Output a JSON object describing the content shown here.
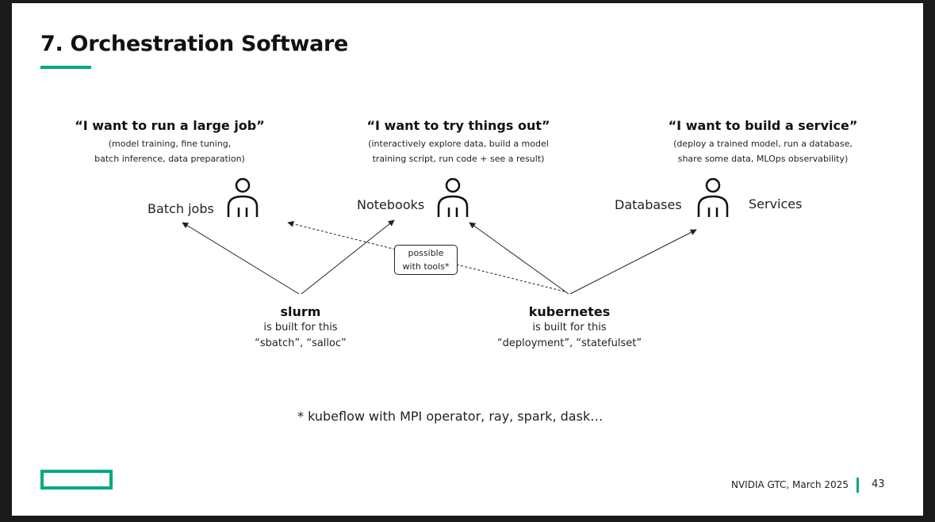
{
  "title": "7. Orchestration Software",
  "personas": [
    {
      "quote": "“I want to run a large job”",
      "description": [
        "(model training, fine tuning,",
        "batch inference, data preparation)"
      ],
      "workloads": [
        "Batch jobs"
      ]
    },
    {
      "quote": "“I want to try things out”",
      "description": [
        "(interactively explore data, build a model",
        "training script, run code + see a result)"
      ],
      "workloads": [
        "Notebooks"
      ]
    },
    {
      "quote": "“I want to build a service”",
      "description": [
        "(deploy a trained model, run a database,",
        "share some data, MLOps observability)"
      ],
      "workloads": [
        "Databases",
        "Services"
      ]
    }
  ],
  "callout": {
    "lines": [
      "possible",
      "with tools*"
    ]
  },
  "tools": [
    {
      "name": "slurm",
      "lines": [
        "is built for this",
        "“sbatch”, “salloc”"
      ]
    },
    {
      "name": "kubernetes",
      "lines": [
        "is built for this",
        "“deployment”, “statefulset”"
      ]
    }
  ],
  "footnote": "* kubeflow with MPI operator, ray, spark, dask…",
  "footer": {
    "event": "NVIDIA GTC, March 2025",
    "page_number": "43"
  },
  "colors": {
    "accent": "#01a982",
    "text": "#111111",
    "background": "#ffffff",
    "frame": "#1a1a1a"
  },
  "icons": [
    "person-icon",
    "arrow-icon"
  ]
}
